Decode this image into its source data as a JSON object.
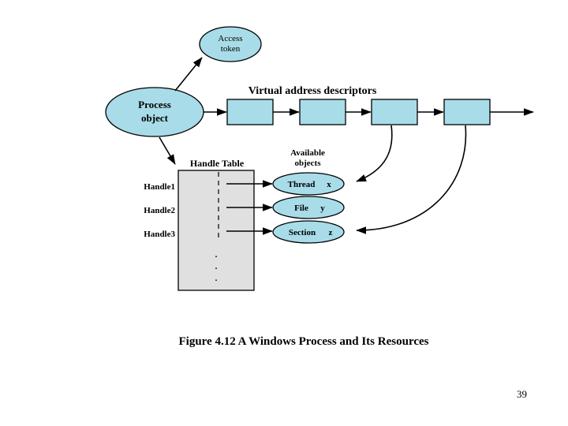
{
  "figure": {
    "caption": "Figure 4.12  A Windows Process and Its Resources",
    "page_number": "39"
  },
  "nodes": {
    "access_token": {
      "line1": "Access",
      "line2": "token"
    },
    "process_object": {
      "line1": "Process",
      "line2": "object"
    },
    "vad_title": "Virtual address descriptors",
    "handle_table_title": "Handle Table",
    "available_objects": {
      "line1": "Available",
      "line2": "objects"
    },
    "handles": [
      "Handle1",
      "Handle2",
      "Handle3"
    ],
    "handle_dots": [
      "·",
      "·",
      "·"
    ],
    "objects": [
      {
        "name": "Thread",
        "var": "x"
      },
      {
        "name": "File",
        "var": "y"
      },
      {
        "name": "Section",
        "var": "z"
      }
    ]
  },
  "vad_blocks": [
    {
      "id": "vad-1"
    },
    {
      "id": "vad-2"
    },
    {
      "id": "vad-3"
    },
    {
      "id": "vad-4"
    }
  ],
  "colors": {
    "node_fill": "#a8dce8",
    "node_stroke": "#000000",
    "table_fill": "#e0e0e0",
    "table_stroke": "#000000",
    "line": "#000000",
    "background": "#ffffff"
  }
}
